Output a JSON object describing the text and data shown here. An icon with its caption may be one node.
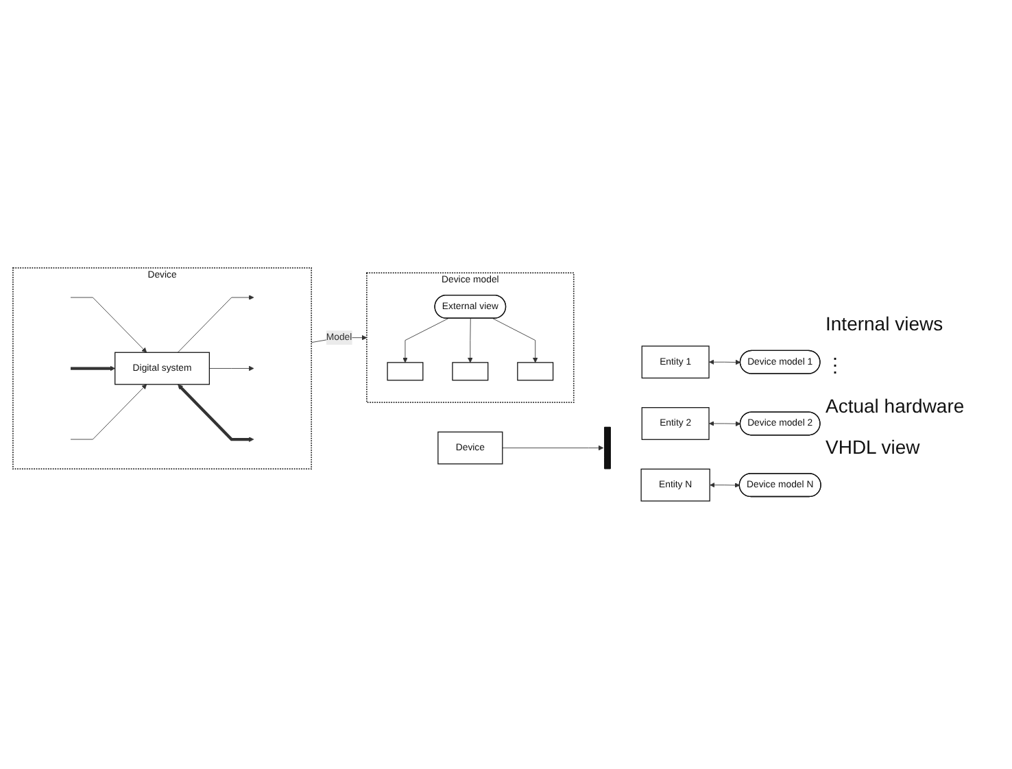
{
  "diagram": {
    "nodes": [
      {
        "text": [
          "Device"
        ]
      },
      {
        "text": [
          "Digital system"
        ],
        "in": 0
      },
      {
        "text": [
          "Device model"
        ]
      },
      {
        "text": [
          "External view"
        ],
        "in": 2
      },
      {
        "text": [],
        "shape": "box",
        "in": 2
      },
      {
        "text": [],
        "shape": "box",
        "in": 2
      },
      {
        "text": [],
        "shape": "box",
        "in": 2
      },
      {
        "text": [
          "Device"
        ]
      },
      {
        "text": [],
        "shape": "bar"
      },
      {
        "text": [
          "Entity 1"
        ]
      },
      {
        "text": [
          "Device model 1"
        ]
      },
      {
        "text": [
          "Entity 2"
        ]
      },
      {
        "text": [
          "Device model 2"
        ]
      },
      {
        "text": [
          "Entity N"
        ]
      },
      {
        "text": [
          "Device model N"
        ]
      }
    ],
    "edges": [
      {
        "from": null,
        "to": 1,
        "arrow": "to"
      },
      {
        "from": null,
        "to": 1,
        "arrow": "to",
        "style": "thick"
      },
      {
        "from": null,
        "to": 1,
        "arrow": "to"
      },
      {
        "from": 1,
        "to": null,
        "arrow": "to"
      },
      {
        "from": 1,
        "to": null,
        "arrow": "to"
      },
      {
        "from": 1,
        "to": null,
        "arrow": "both",
        "style": "thick"
      },
      {
        "from": 0,
        "to": 2,
        "arrow": "to",
        "label": "Model"
      },
      {
        "from": 3,
        "to": 4,
        "arrow": "to"
      },
      {
        "from": 3,
        "to": 5,
        "arrow": "to"
      },
      {
        "from": 3,
        "to": 6,
        "arrow": "to"
      },
      {
        "from": 7,
        "to": 8,
        "arrow": "to"
      },
      {
        "from": 9,
        "to": 10,
        "arrow": "both"
      },
      {
        "from": 11,
        "to": 12,
        "arrow": "both"
      },
      {
        "from": 13,
        "to": 14,
        "arrow": "both"
      }
    ],
    "labels": [
      "Internal views",
      "⋮",
      "Actual hardware",
      "VHDL view"
    ]
  }
}
